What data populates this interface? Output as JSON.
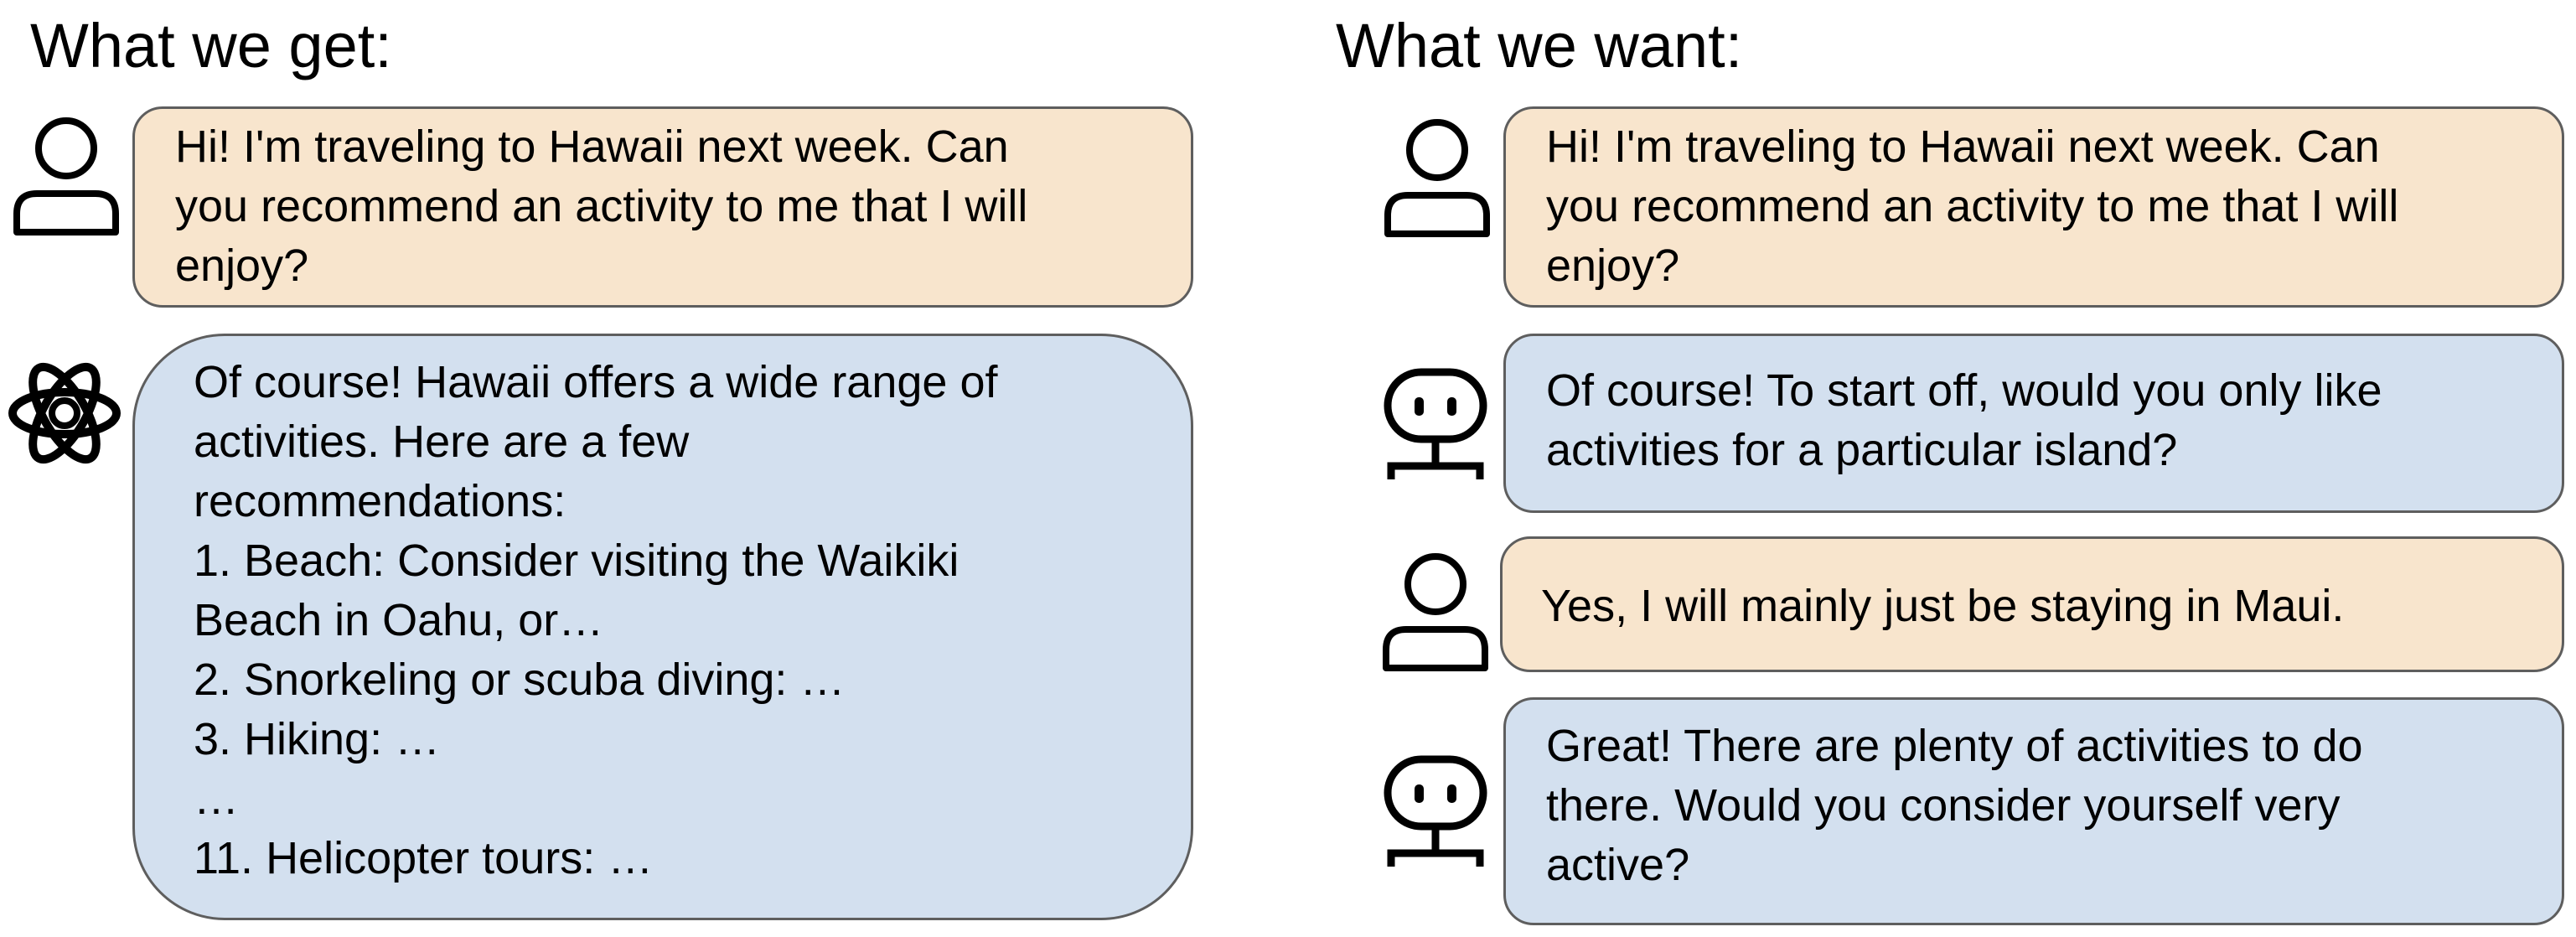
{
  "left": {
    "heading": "What we get:",
    "user_message": "Hi! I'm traveling to Hawaii next week. Can\nyou recommend an activity to me that I will\nenjoy?",
    "assistant_message": "Of course! Hawaii offers a wide range of\nactivities. Here are a few\nrecommendations:\n1. Beach: Consider visiting the Waikiki\nBeach in Oahu, or…\n2. Snorkeling or scuba diving: …\n3. Hiking: …\n…\n11. Helicopter tours: …"
  },
  "right": {
    "heading": "What we want:",
    "user_message_1": "Hi! I'm traveling to Hawaii next week. Can\nyou recommend an activity to me that I will\nenjoy?",
    "assistant_message_1": "Of course! To start off, would you only like\nactivities for a particular island?",
    "user_message_2": "Yes, I will mainly just be staying in Maui.",
    "assistant_message_2": "Great! There are plenty of activities to do\nthere. Would you consider yourself very\nactive?"
  },
  "colors": {
    "user_bubble": "#f8e5cd",
    "assistant_bubble": "#d3e0ef",
    "bubble_border": "#5e5e5e"
  },
  "icons": {
    "user": "person-icon",
    "left_assistant": "openai-logo-icon",
    "right_assistant": "robot-icon"
  }
}
